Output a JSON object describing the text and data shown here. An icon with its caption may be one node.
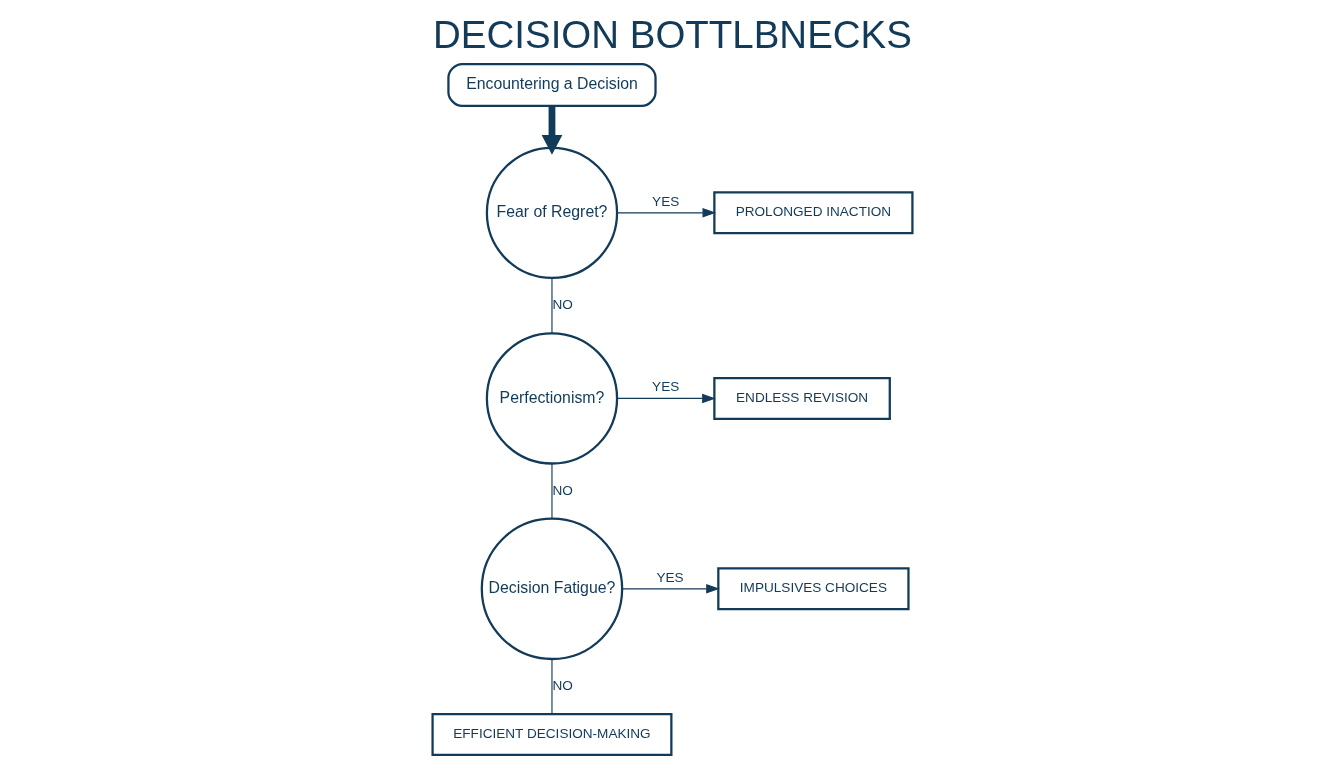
{
  "diagram": {
    "title": "DECISION BOTTLBNECKS",
    "nodes": [
      {
        "text": [
          "Encountering a Decision"
        ]
      },
      {
        "text": [
          "Fear of Regret?"
        ]
      },
      {
        "text": [
          "PROLONGED INACTION"
        ]
      },
      {
        "text": [
          "Perfectionism?"
        ]
      },
      {
        "text": [
          "ENDLESS REVISION"
        ]
      },
      {
        "text": [
          "Decision Fatigue?"
        ]
      },
      {
        "text": [
          "IMPULSIVES CHOICES"
        ]
      },
      {
        "text": [
          "EFFICIENT DECISION-MAKING"
        ]
      }
    ],
    "edges": [
      {
        "from": 0,
        "to": 1,
        "arrow": "to",
        "style": "thick"
      },
      {
        "from": 1,
        "to": 2,
        "arrow": "to",
        "label": "YES"
      },
      {
        "from": 1,
        "to": 3,
        "arrow": "none",
        "label": "NO"
      },
      {
        "from": 3,
        "to": 4,
        "arrow": "to",
        "label": "YES"
      },
      {
        "from": 3,
        "to": 5,
        "arrow": "none",
        "label": "NO"
      },
      {
        "from": 5,
        "to": 6,
        "arrow": "to",
        "label": "YES"
      },
      {
        "from": 5,
        "to": 7,
        "arrow": "none",
        "label": "NO"
      }
    ]
  }
}
